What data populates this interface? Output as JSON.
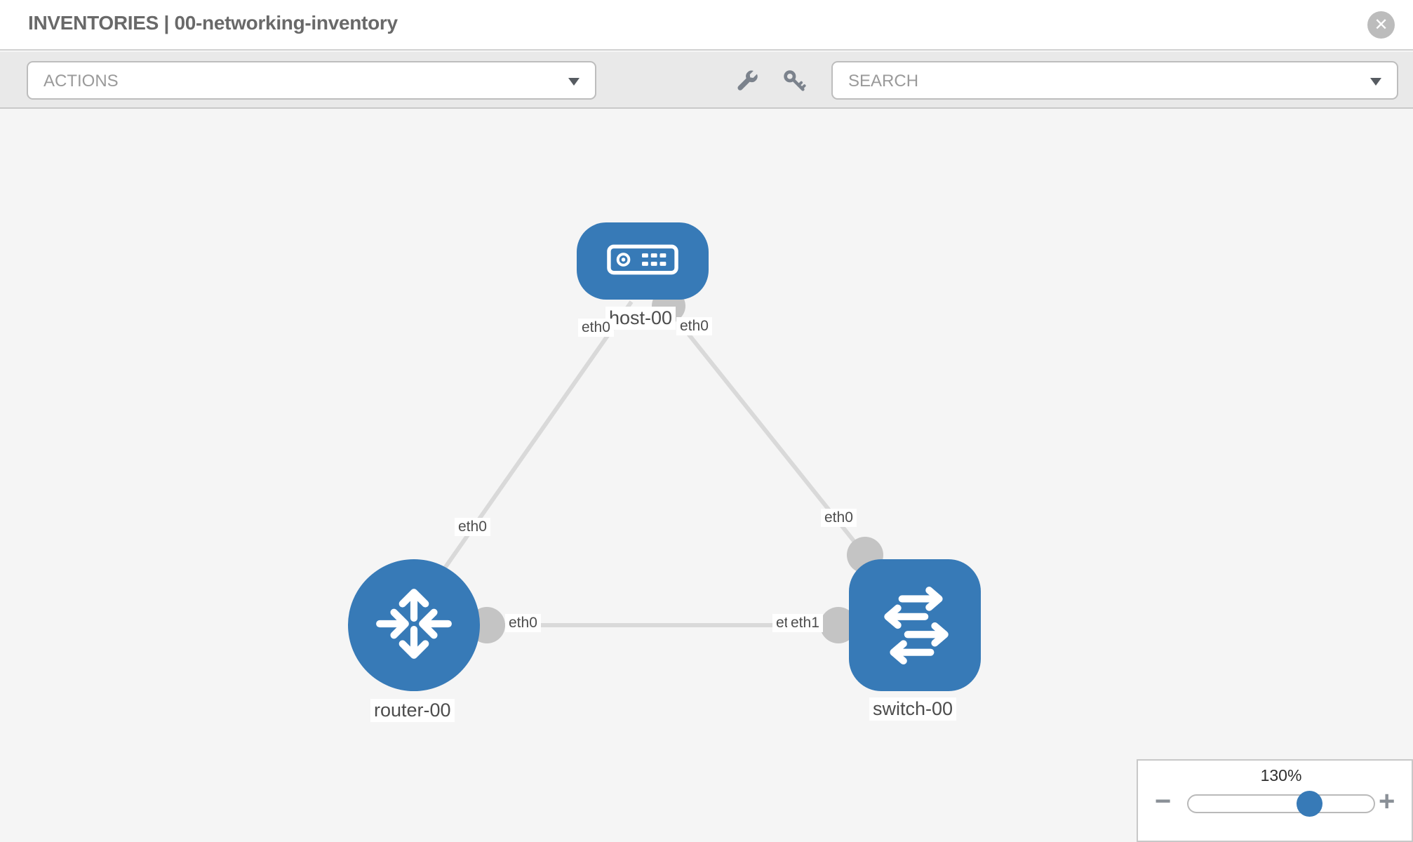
{
  "header": {
    "title": "INVENTORIES | 00-networking-inventory",
    "close_glyph": "✕"
  },
  "toolbar": {
    "actions_label": "ACTIONS",
    "search_label": "SEARCH",
    "icons": {
      "left_tool": "wrench-icon",
      "right_tool": "key-icon"
    }
  },
  "canvas": {
    "nodes": [
      {
        "id": "host-00",
        "type": "host",
        "label": "host-00"
      },
      {
        "id": "router-00",
        "type": "router",
        "label": "router-00"
      },
      {
        "id": "switch-00",
        "type": "switch",
        "label": "switch-00"
      }
    ],
    "links": [
      {
        "from": "host-00",
        "from_iface": "eth0",
        "to": "router-00",
        "to_iface": "eth0"
      },
      {
        "from": "host-00",
        "from_iface": "eth0",
        "to": "switch-00",
        "to_iface": "eth0"
      },
      {
        "from": "router-00",
        "from_iface": "eth0",
        "to": "switch-00",
        "to_iface": "eth1"
      }
    ],
    "iface_labels": {
      "host_left": "eth0",
      "host_right": "eth0",
      "router_top": "eth0",
      "router_right": "eth0",
      "switch_top": "eth0",
      "switch_left_clipped": "eth",
      "switch_left": "eth1",
      "switch_left_visible_composite": "etleth1"
    }
  },
  "zoom_control": {
    "value": "130%",
    "minus_label": "−",
    "plus_label": "+"
  },
  "colors": {
    "node_blue": "#377ab7",
    "link_gray": "#d9d9d9",
    "iface_dot_gray": "#c4c4c4",
    "canvas_bg": "#f5f5f5",
    "toolbar_bg": "#e9e9e9",
    "header_bg": "#ffffff"
  }
}
